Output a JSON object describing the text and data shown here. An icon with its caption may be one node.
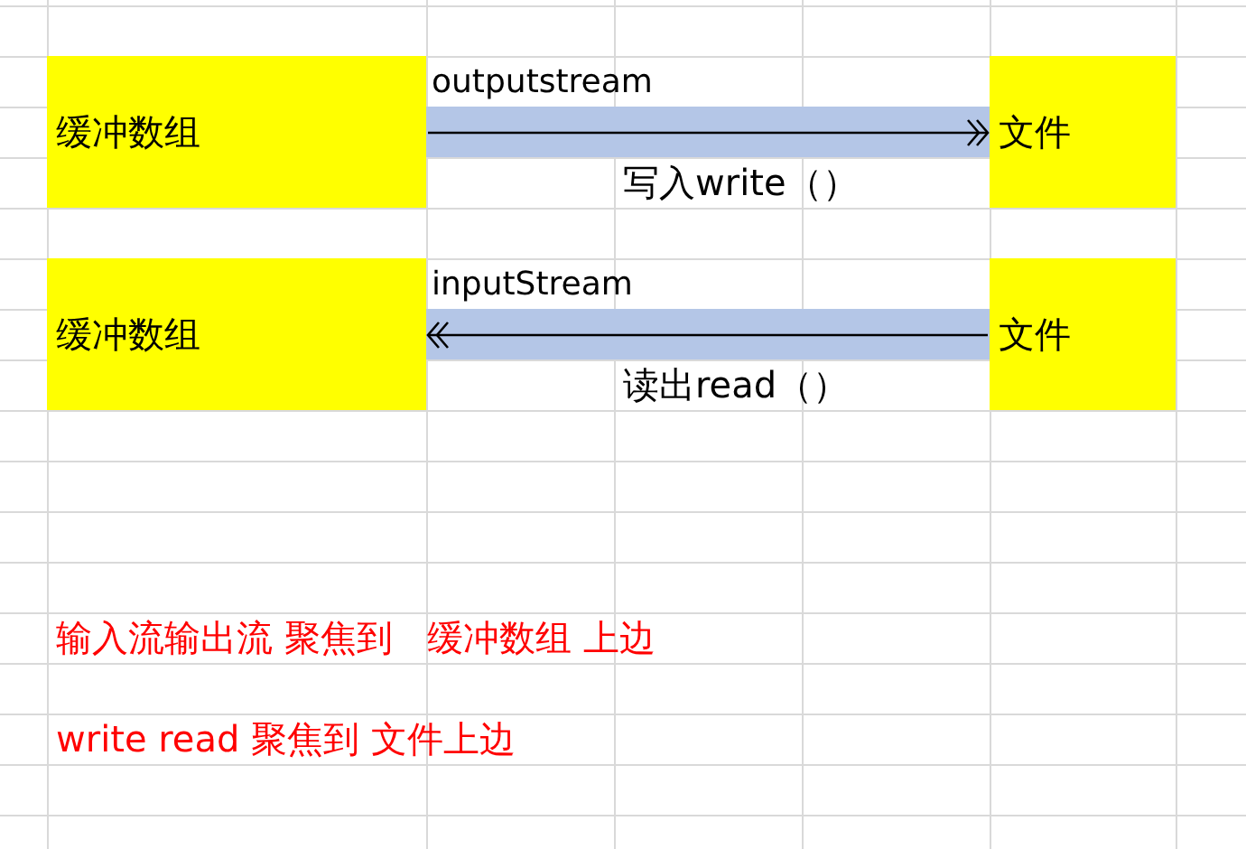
{
  "diagram": {
    "nodes": [
      {
        "text": [
          "缓冲数组"
        ]
      },
      {
        "text": [
          "文件"
        ]
      },
      {
        "text": [
          "缓冲数组"
        ]
      },
      {
        "text": [
          "文件"
        ]
      }
    ],
    "edges": [
      {
        "from": 0,
        "to": 1,
        "arrow": "to",
        "label": "outputstream"
      },
      {
        "from": 3,
        "to": 2,
        "arrow": "to",
        "label": "inputStream"
      }
    ],
    "labels": [
      "写入write（）",
      "读出read（）",
      "输入流输出流 聚焦到   缓冲数组 上边",
      "write read 聚焦到 文件上边"
    ]
  }
}
